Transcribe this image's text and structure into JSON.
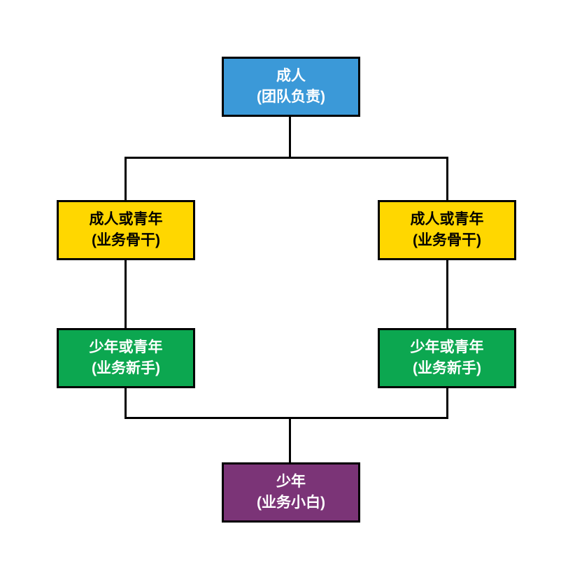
{
  "diagram": {
    "type": "flowchart",
    "background_color": "#FFFFFF",
    "line_color": "#000000",
    "border_color": "#000000",
    "nodes": [
      {
        "id": "team-leader",
        "line1": "成人",
        "line2": "(团队负责)",
        "fill": "#3B99D8",
        "text_color": "#FFFFFF"
      },
      {
        "id": "backbone-left",
        "line1": "成人或青年",
        "line2": "(业务骨干)",
        "fill": "#FFD700",
        "text_color": "#000000"
      },
      {
        "id": "backbone-right",
        "line1": "成人或青年",
        "line2": "(业务骨干)",
        "fill": "#FFD700",
        "text_color": "#000000"
      },
      {
        "id": "novice-left",
        "line1": "少年或青年",
        "line2": "(业务新手)",
        "fill": "#0CA750",
        "text_color": "#FFFFFF"
      },
      {
        "id": "novice-right",
        "line1": "少年或青年",
        "line2": "(业务新手)",
        "fill": "#0CA750",
        "text_color": "#FFFFFF"
      },
      {
        "id": "rookie",
        "line1": "少年",
        "line2": "(业务小白)",
        "fill": "#7B3477",
        "text_color": "#FFFFFF"
      }
    ],
    "edges": [
      {
        "from": "team-leader",
        "to": "backbone-left"
      },
      {
        "from": "team-leader",
        "to": "backbone-right"
      },
      {
        "from": "backbone-left",
        "to": "novice-left"
      },
      {
        "from": "backbone-right",
        "to": "novice-right"
      },
      {
        "from": "novice-left",
        "to": "rookie"
      },
      {
        "from": "novice-right",
        "to": "rookie"
      }
    ]
  }
}
